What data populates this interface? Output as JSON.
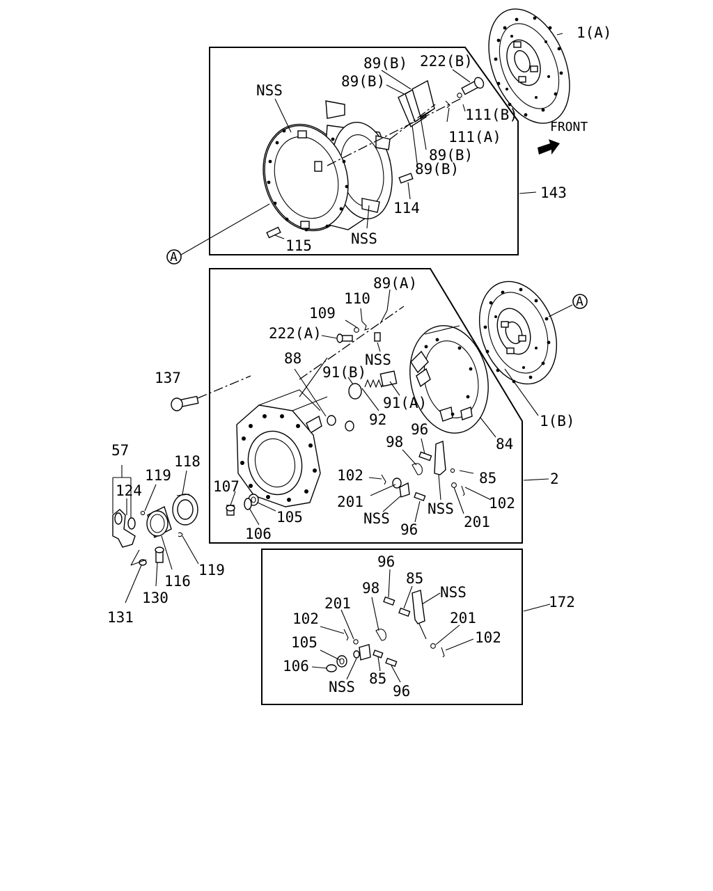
{
  "labels": {
    "l_1A": "1(A)",
    "l_1B": "1(B)",
    "l_front": "FRONT",
    "l_143": "143",
    "l_2": "2",
    "l_172": "172",
    "l_nss_top1": "NSS",
    "l_nss_top2": "NSS",
    "l_89B_1": "89(B)",
    "l_89B_2": "89(B)",
    "l_89B_3": "89(B)",
    "l_89B_4": "89(B)",
    "l_222B": "222(B)",
    "l_111B": "111(B)",
    "l_111A": "111(A)",
    "l_114": "114",
    "l_115": "115",
    "l_A1": "A",
    "l_A2": "A",
    "l_89A": "89(A)",
    "l_110": "110",
    "l_109": "109",
    "l_222A": "222(A)",
    "l_nss_mid1": "NSS",
    "l_88": "88",
    "l_91B": "91(B)",
    "l_137": "137",
    "l_91A": "91(A)",
    "l_92": "92",
    "l_84": "84",
    "l_96_m1": "96",
    "l_98_m": "98",
    "l_85_m": "85",
    "l_102_m1": "102",
    "l_102_m2": "102",
    "l_201_m1": "201",
    "l_201_m2": "201",
    "l_nss_m2": "NSS",
    "l_nss_m3": "NSS",
    "l_96_m2": "96",
    "l_107": "107",
    "l_105_m": "105",
    "l_106_m": "106",
    "l_57": "57",
    "l_124": "124",
    "l_119_1": "119",
    "l_118": "118",
    "l_119_2": "119",
    "l_116": "116",
    "l_130": "130",
    "l_131": "131",
    "l_96_b1": "96",
    "l_85_b1": "85",
    "l_98_b": "98",
    "l_nss_b1": "NSS",
    "l_201_b1": "201",
    "l_201_b2": "201",
    "l_102_b1": "102",
    "l_102_b2": "102",
    "l_105_b": "105",
    "l_106_b": "106",
    "l_nss_b2": "NSS",
    "l_85_b2": "85",
    "l_96_b2": "96"
  }
}
